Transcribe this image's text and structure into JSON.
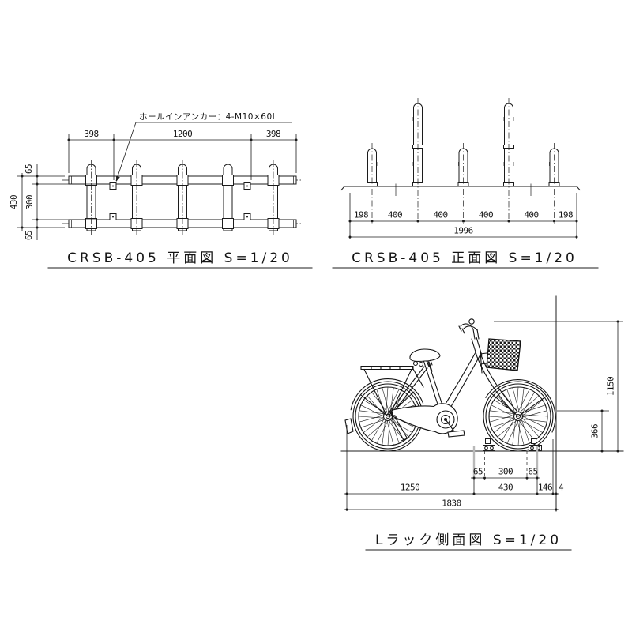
{
  "plan_view": {
    "title": "CRSB-405  平面図  S=1/20",
    "annotation": "ホールインアンカー：4-M10×60L",
    "dims_top": [
      "398",
      "1200",
      "398"
    ],
    "dims_left": [
      "65",
      "300",
      "65"
    ],
    "dim_left_overall": "430"
  },
  "front_view": {
    "title": "CRSB-405  正面図  S=1/20",
    "dims_bottom": [
      "198",
      "400",
      "400",
      "400",
      "400",
      "198"
    ],
    "dim_overall": "1996"
  },
  "side_view": {
    "title": "Lラック側面図  S=1/20",
    "dims_rack": [
      "65",
      "300",
      "65"
    ],
    "dims_bottom": [
      "1250",
      "430",
      "146",
      "4"
    ],
    "dim_overall": "1830",
    "dim_height_overall": "1150",
    "dim_height_axle": "366"
  },
  "colors": {
    "line": "#1c1c1c",
    "background": "#ffffff"
  }
}
